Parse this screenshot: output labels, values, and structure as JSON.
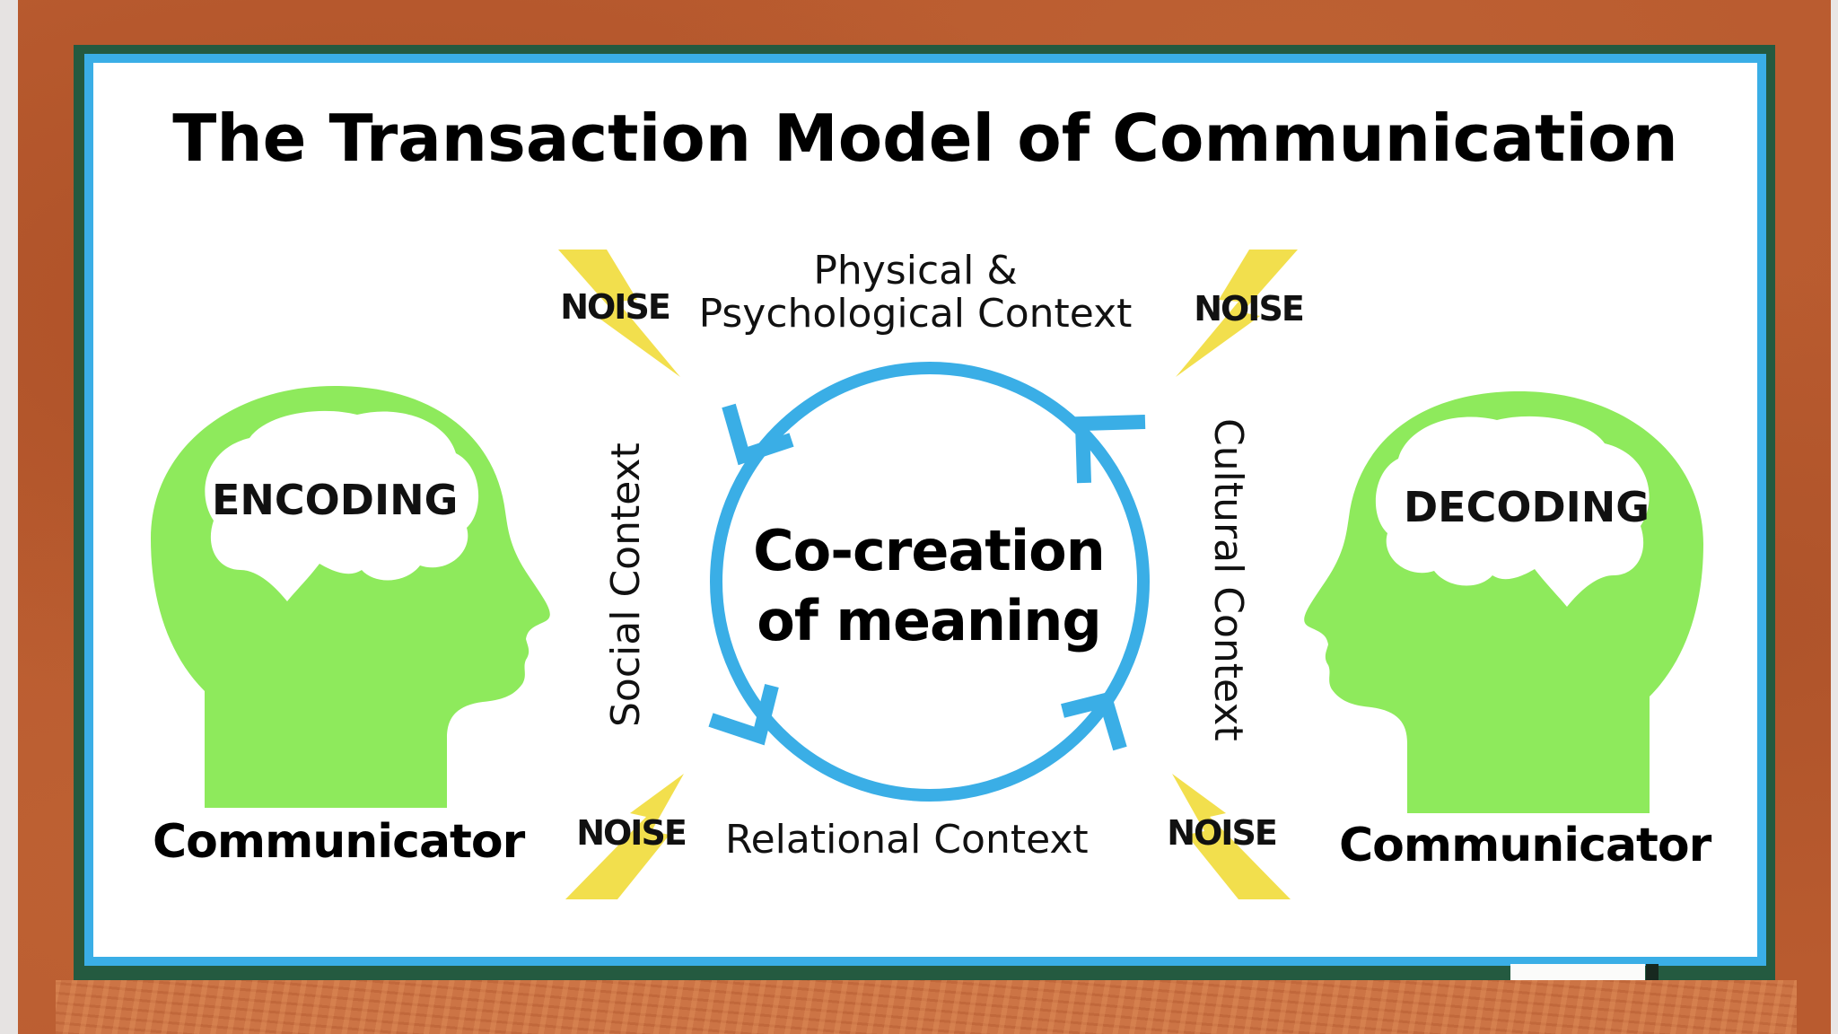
{
  "title": "The Transaction Model of Communication",
  "colors": {
    "wood": "#b95b2f",
    "frame_green": "#245a40",
    "frame_blue": "#3aaee6",
    "board": "#ffffff",
    "head_green": "#8eea5c",
    "cycle_blue": "#3aaee6",
    "noise_yellow": "#f1dc3a"
  },
  "contexts": {
    "top": "Physical &\nPsychological Context",
    "top_line1": "Physical &",
    "top_line2": "Psychological Context",
    "bottom": "Relational Context",
    "left": "Social Context",
    "right": "Cultural Context"
  },
  "center": {
    "line1": "Co-creation",
    "line2": "of meaning"
  },
  "noise": [
    {
      "position": "top-left",
      "label": "NOISE"
    },
    {
      "position": "top-right",
      "label": "NOISE"
    },
    {
      "position": "bottom-left",
      "label": "NOISE"
    },
    {
      "position": "bottom-right",
      "label": "NOISE"
    }
  ],
  "communicators": [
    {
      "side": "left",
      "process": "ENCODING",
      "label": "Communicator"
    },
    {
      "side": "right",
      "process": "DECODING",
      "label": "Communicator"
    }
  ],
  "icons": {
    "head": "head-silhouette-icon",
    "brain": "brain-icon",
    "noise": "lightning-bolt-icon",
    "cycle": "circular-arrows-icon"
  }
}
